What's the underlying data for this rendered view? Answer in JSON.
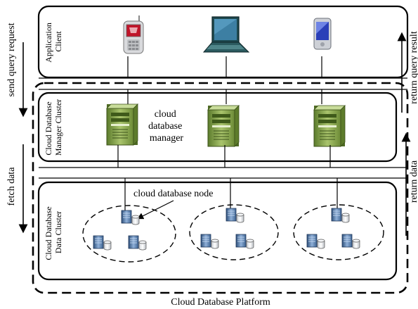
{
  "diagram": {
    "platform_label": "Cloud Database Platform",
    "layers": {
      "application": {
        "label_line1": "Application",
        "label_line2": "Client"
      },
      "manager": {
        "label_line1": "Cloud Database",
        "label_line2": "Manager Cluster"
      },
      "data": {
        "label_line1": "Cloud Database",
        "label_line2": "Data Cluster"
      }
    },
    "side_labels": {
      "send_query_request": "send query request",
      "fetch_data": "fetch data",
      "return_query_result": "return query result",
      "return_data": "return data"
    },
    "annotations": {
      "cloud_database_manager_line1": "cloud",
      "cloud_database_manager_line2": "database",
      "cloud_database_manager_line3": "manager",
      "cloud_database_node": "cloud database node"
    },
    "icons": {
      "clients": [
        "mobile-phone-icon",
        "laptop-icon",
        "pda-icon"
      ],
      "manager_servers": [
        "server-icon",
        "server-icon",
        "server-icon"
      ],
      "node_groups": [
        "database-node-group-icon",
        "database-node-group-icon",
        "database-node-group-icon"
      ]
    },
    "colors": {
      "server_green": "#7d9a45",
      "node_blue": "#4a6f9c",
      "line": "#000000"
    }
  }
}
